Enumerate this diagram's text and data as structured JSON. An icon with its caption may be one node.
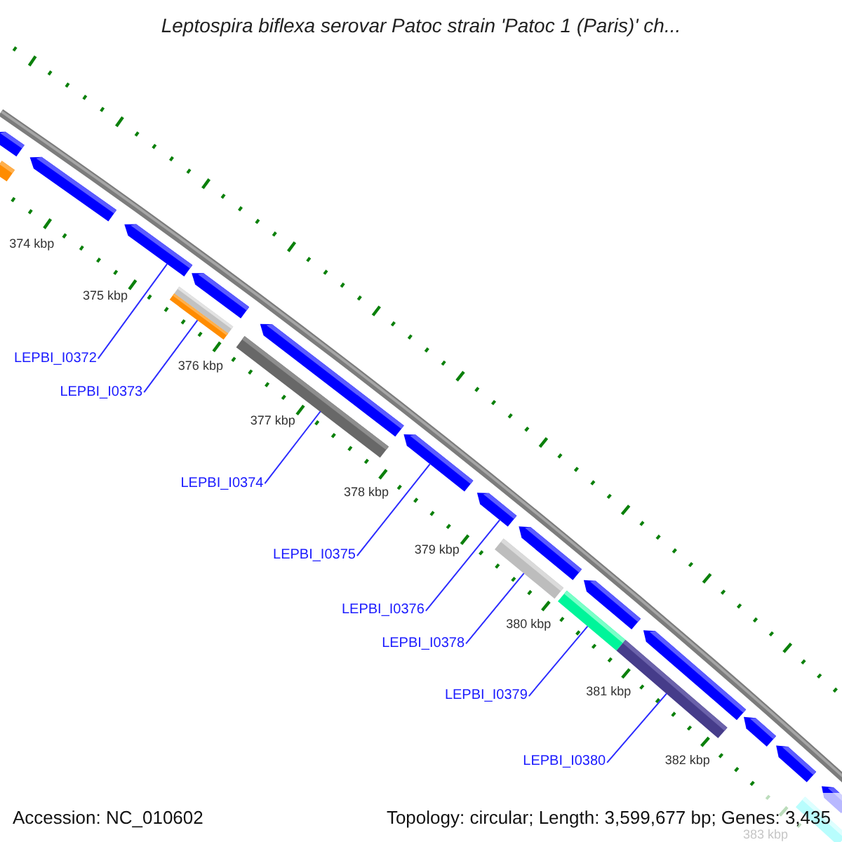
{
  "diagram": {
    "title": "Leptospira biflexa serovar Patoc strain 'Patoc 1 (Paris)' ch...",
    "nodes": [
      {
        "text": [
          "LEPBI_I0372"
        ]
      },
      {
        "text": [
          "LEPBI_I0373"
        ]
      },
      {
        "text": [
          "LEPBI_I0374"
        ]
      },
      {
        "text": [
          "LEPBI_I0375"
        ]
      },
      {
        "text": [
          "LEPBI_I0376"
        ]
      },
      {
        "text": [
          "LEPBI_I0378"
        ]
      },
      {
        "text": [
          "LEPBI_I0379"
        ]
      },
      {
        "text": [
          "LEPBI_I0380"
        ]
      },
      {
        "text": [],
        "shape": "arrow"
      },
      {
        "text": [],
        "shape": "arrow"
      },
      {
        "text": [],
        "shape": "arrow"
      },
      {
        "text": [],
        "shape": "arrow"
      },
      {
        "text": [],
        "shape": "arrow"
      },
      {
        "text": [],
        "shape": "arrow"
      },
      {
        "text": [],
        "shape": "arrow"
      },
      {
        "text": [],
        "shape": "arrow"
      },
      {
        "text": [],
        "shape": "arrow"
      },
      {
        "text": [],
        "shape": "arrow"
      },
      {
        "text": [],
        "shape": "arrow"
      },
      {
        "text": [],
        "shape": "arrow"
      },
      {
        "text": [],
        "shape": "arrow"
      },
      {
        "text": [],
        "shape": "bar"
      },
      {
        "text": [],
        "shape": "bar"
      },
      {
        "text": [],
        "shape": "bar"
      },
      {
        "text": [],
        "shape": "bar"
      },
      {
        "text": [],
        "shape": "bar"
      },
      {
        "text": [],
        "shape": "bar"
      },
      {
        "text": [],
        "shape": "bar"
      },
      {
        "text": [],
        "shape": "bar"
      }
    ],
    "edges": [
      {
        "from": 0,
        "to": 10,
        "arrow": "none"
      },
      {
        "from": 1,
        "to": 23,
        "arrow": "none"
      },
      {
        "from": 2,
        "to": 24,
        "arrow": "none"
      },
      {
        "from": 3,
        "to": 13,
        "arrow": "none"
      },
      {
        "from": 4,
        "to": 14,
        "arrow": "none"
      },
      {
        "from": 5,
        "to": 25,
        "arrow": "none"
      },
      {
        "from": 6,
        "to": 26,
        "arrow": "none"
      },
      {
        "from": 7,
        "to": 27,
        "arrow": "none"
      }
    ],
    "labels": [
      "374 kbp",
      "375 kbp",
      "376 kbp",
      "377 kbp",
      "378 kbp",
      "379 kbp",
      "380 kbp",
      "381 kbp",
      "382 kbp",
      "383 kbp",
      "Accession: NC_010602",
      "Topology: circular; Length: 3,599,677 bp; Genes: 3,435"
    ]
  }
}
